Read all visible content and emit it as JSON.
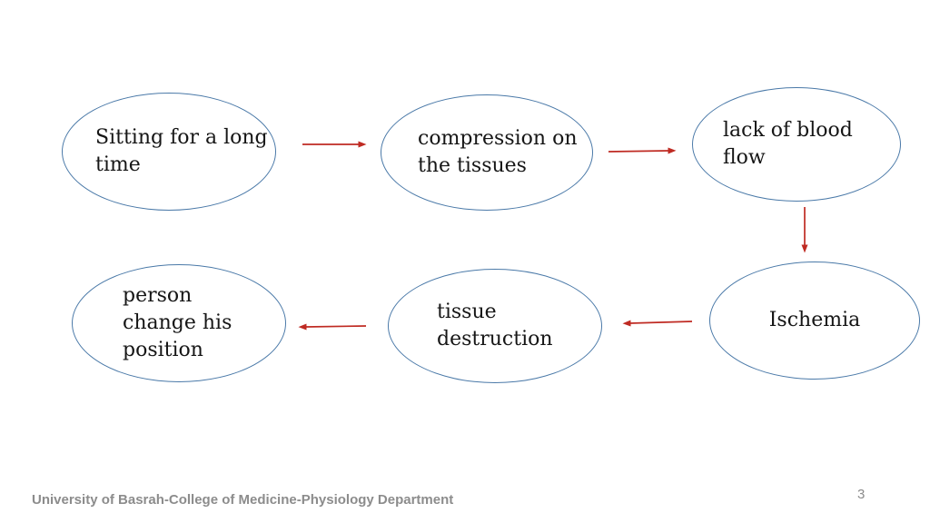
{
  "slide": {
    "footer": "University of Basrah-College of Medicine-Physiology Department",
    "page_number": "3"
  },
  "colors": {
    "ellipse-stroke": "#4a79a8",
    "arrow-color": "#bf2a22",
    "text-color": "#161616",
    "footer-color": "#8c8c8c",
    "background": "#ffffff"
  },
  "diagram": {
    "nodes": [
      {
        "id": "sitting",
        "label": "Sitting for a long\ntime"
      },
      {
        "id": "compression",
        "label": "compression on\nthe tissues"
      },
      {
        "id": "lack-blood",
        "label": "lack of blood\nflow"
      },
      {
        "id": "person",
        "label": "person\nchange his\nposition"
      },
      {
        "id": "tissue",
        "label": "tissue\ndestruction"
      },
      {
        "id": "ischemia",
        "label": "Ischemia"
      }
    ],
    "edges": [
      {
        "from": "sitting",
        "to": "compression"
      },
      {
        "from": "compression",
        "to": "lack-blood"
      },
      {
        "from": "lack-blood",
        "to": "ischemia"
      },
      {
        "from": "ischemia",
        "to": "tissue"
      },
      {
        "from": "tissue",
        "to": "person"
      }
    ]
  }
}
